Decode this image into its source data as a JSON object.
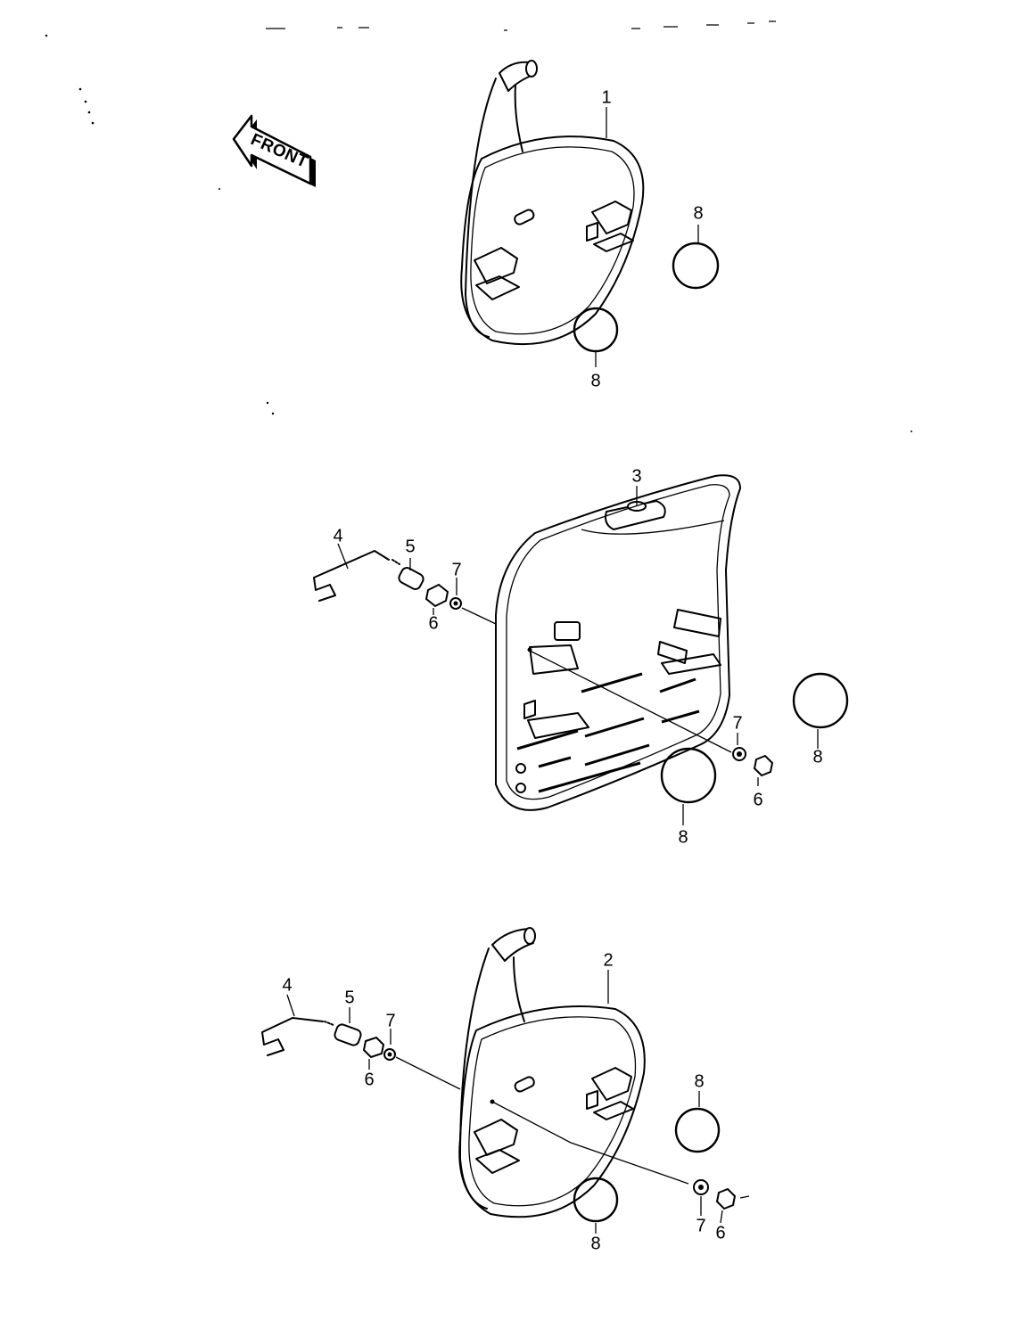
{
  "front_arrow": {
    "text": "FRONT"
  },
  "callouts": [
    {
      "id": "c1",
      "text": "1"
    },
    {
      "id": "c8a",
      "text": "8"
    },
    {
      "id": "c8b",
      "text": "8"
    },
    {
      "id": "c3",
      "text": "3"
    },
    {
      "id": "c4a",
      "text": "4"
    },
    {
      "id": "c5a",
      "text": "5"
    },
    {
      "id": "c7a",
      "text": "7"
    },
    {
      "id": "c6a",
      "text": "6"
    },
    {
      "id": "c7b",
      "text": "7"
    },
    {
      "id": "c6b",
      "text": "6"
    },
    {
      "id": "c8c",
      "text": "8"
    },
    {
      "id": "c8d",
      "text": "8"
    },
    {
      "id": "c2",
      "text": "2"
    },
    {
      "id": "c4b",
      "text": "4"
    },
    {
      "id": "c5b",
      "text": "5"
    },
    {
      "id": "c7c",
      "text": "7"
    },
    {
      "id": "c6c",
      "text": "6"
    },
    {
      "id": "c8e",
      "text": "8"
    },
    {
      "id": "c8f",
      "text": "8"
    },
    {
      "id": "c7d",
      "text": "7"
    },
    {
      "id": "c6d",
      "text": "6"
    }
  ]
}
